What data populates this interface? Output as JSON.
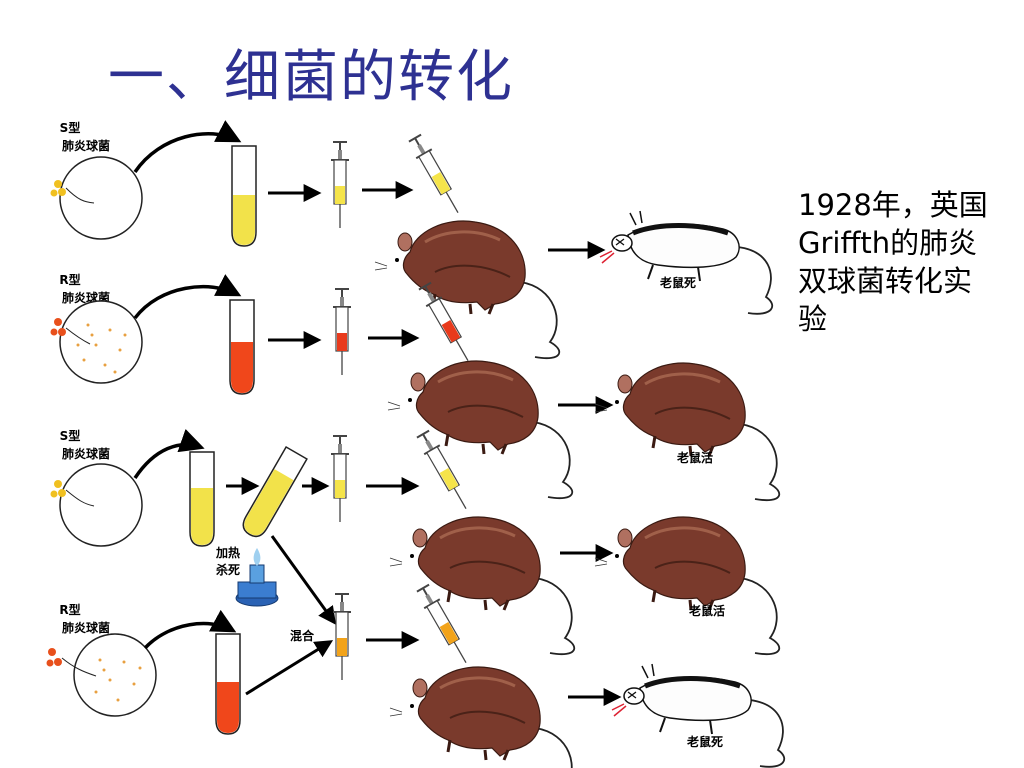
{
  "title": "一、细菌的转化",
  "caption": "1928年，英国Griffth的肺炎双球菌转化实验",
  "rows": [
    {
      "strain_type": "S型",
      "strain_name": "肺炎球菌",
      "outcome": "老鼠死",
      "mouse_state": "dead",
      "culture_color": "#f2e24a",
      "syringe_color": "#f5e44a"
    },
    {
      "strain_type": "R型",
      "strain_name": "肺炎球菌",
      "outcome": "老鼠活",
      "mouse_state": "alive",
      "culture_color": "#f0471b",
      "syringe_color": "#e83a1c"
    },
    {
      "strain_type": "S型",
      "strain_name": "肺炎球菌",
      "outcome": "老鼠活",
      "mouse_state": "alive",
      "culture_color": "#f2e24a",
      "syringe_color": "#f5e44a"
    },
    {
      "strain_type": "R型",
      "strain_name": "肺炎球菌",
      "outcome": "老鼠死",
      "mouse_state": "dead",
      "culture_color": "#f0471b",
      "syringe_color": "#f2a31a"
    }
  ],
  "heat_label_1": "加热",
  "heat_label_2": "杀死",
  "mix_label": "混合",
  "colors": {
    "title": "#2e3192",
    "mouse_fur": "#7a3a2c",
    "s_colony": "#f0c020",
    "r_colony": "#e8501c"
  }
}
